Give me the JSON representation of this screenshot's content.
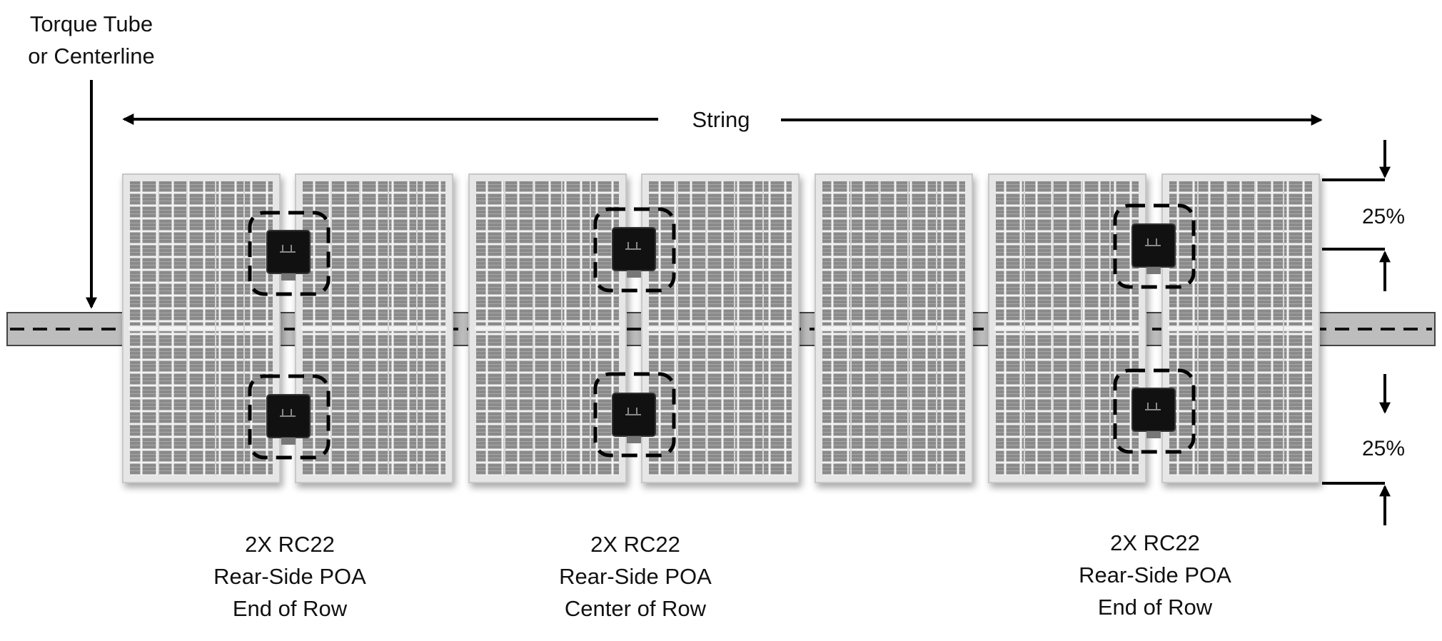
{
  "labels": {
    "torque_tube_line1": "Torque Tube",
    "torque_tube_line2": "or Centerline",
    "string": "String",
    "top_percent": "25%",
    "bottom_percent": "25%"
  },
  "sensor_groups": [
    {
      "line1": "2X RC22",
      "line2": "Rear-Side POA",
      "line3": "End of Row"
    },
    {
      "line1": "2X RC22",
      "line2": "Rear-Side POA",
      "line3": "Center of Row"
    },
    {
      "line1": "2X RC22",
      "line2": "Rear-Side POA",
      "line3": "End of Row"
    }
  ],
  "colors": {
    "panel_frame": "#e4e4e4",
    "panel_cell": "#8a8a8a",
    "torque_tube": "#bdbdbd",
    "sensor_body": "#111111",
    "arrow": "#000000"
  }
}
